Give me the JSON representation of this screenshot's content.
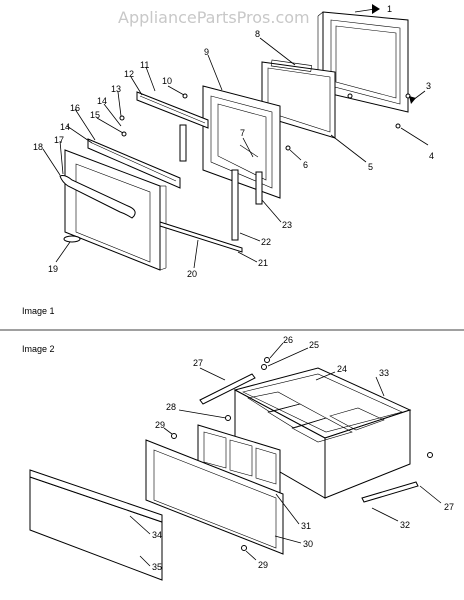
{
  "watermark": "AppliancePartsPros.com",
  "sections": [
    {
      "label": "Image 1"
    },
    {
      "label": "Image 2"
    }
  ],
  "callouts": [
    {
      "id": "c1",
      "text": "1"
    },
    {
      "id": "c3",
      "text": "3"
    },
    {
      "id": "c4",
      "text": "4"
    },
    {
      "id": "c5",
      "text": "5"
    },
    {
      "id": "c6",
      "text": "6"
    },
    {
      "id": "c7",
      "text": "7"
    },
    {
      "id": "c8",
      "text": "8"
    },
    {
      "id": "c9",
      "text": "9"
    },
    {
      "id": "c10",
      "text": "10"
    },
    {
      "id": "c11",
      "text": "11"
    },
    {
      "id": "c12",
      "text": "12"
    },
    {
      "id": "c13",
      "text": "13"
    },
    {
      "id": "c14a",
      "text": "14"
    },
    {
      "id": "c14b",
      "text": "14"
    },
    {
      "id": "c15",
      "text": "15"
    },
    {
      "id": "c16",
      "text": "16"
    },
    {
      "id": "c17",
      "text": "17"
    },
    {
      "id": "c18",
      "text": "18"
    },
    {
      "id": "c19",
      "text": "19"
    },
    {
      "id": "c20",
      "text": "20"
    },
    {
      "id": "c21",
      "text": "21"
    },
    {
      "id": "c22",
      "text": "22"
    },
    {
      "id": "c23",
      "text": "23"
    },
    {
      "id": "c24",
      "text": "24"
    },
    {
      "id": "c25",
      "text": "25"
    },
    {
      "id": "c26",
      "text": "26"
    },
    {
      "id": "c27a",
      "text": "27"
    },
    {
      "id": "c27b",
      "text": "27"
    },
    {
      "id": "c28",
      "text": "28"
    },
    {
      "id": "c29a",
      "text": "29"
    },
    {
      "id": "c29b",
      "text": "29"
    },
    {
      "id": "c30",
      "text": "30"
    },
    {
      "id": "c31",
      "text": "31"
    },
    {
      "id": "c32",
      "text": "32"
    },
    {
      "id": "c33",
      "text": "33"
    },
    {
      "id": "c34",
      "text": "34"
    },
    {
      "id": "c35",
      "text": "35"
    }
  ]
}
